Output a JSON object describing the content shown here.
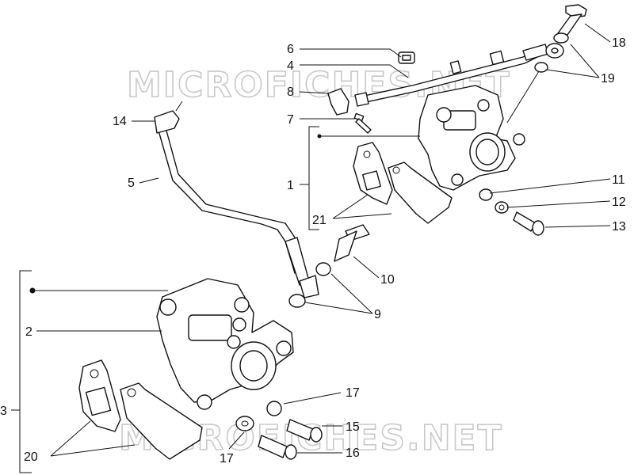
{
  "watermarks": [
    "MICROFICHES.NET",
    "MICROFICHES.NET"
  ],
  "callouts": [
    {
      "id": "c1",
      "text": "1"
    },
    {
      "id": "c2",
      "text": "2"
    },
    {
      "id": "c3",
      "text": "3"
    },
    {
      "id": "c4",
      "text": "4"
    },
    {
      "id": "c5",
      "text": "5"
    },
    {
      "id": "c6",
      "text": "6"
    },
    {
      "id": "c7",
      "text": "7"
    },
    {
      "id": "c8",
      "text": "8"
    },
    {
      "id": "c9",
      "text": "9"
    },
    {
      "id": "c10",
      "text": "10"
    },
    {
      "id": "c11",
      "text": "11"
    },
    {
      "id": "c12",
      "text": "12"
    },
    {
      "id": "c13",
      "text": "13"
    },
    {
      "id": "c14",
      "text": "14"
    },
    {
      "id": "c15",
      "text": "15"
    },
    {
      "id": "c16",
      "text": "16"
    },
    {
      "id": "c17a",
      "text": "17"
    },
    {
      "id": "c17b",
      "text": "17"
    },
    {
      "id": "c18",
      "text": "18"
    },
    {
      "id": "c19",
      "text": "19"
    },
    {
      "id": "c20",
      "text": "20"
    },
    {
      "id": "c21",
      "text": "21"
    }
  ]
}
